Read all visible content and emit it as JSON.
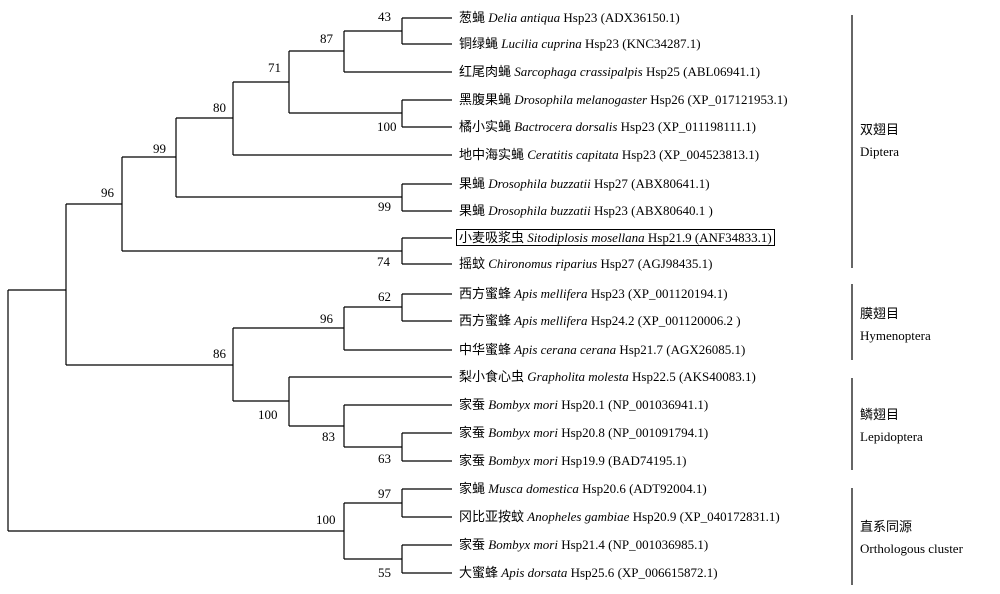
{
  "leaves": [
    {
      "cn": "葱蝇",
      "sp": "Delia antiqua",
      "gene": "Hsp23",
      "acc": "(ADX36150.1)"
    },
    {
      "cn": "铜绿蝇",
      "sp": "Lucilia cuprina",
      "gene": "Hsp23",
      "acc": "(KNC34287.1)"
    },
    {
      "cn": "红尾肉蝇",
      "sp": "Sarcophaga crassipalpis",
      "gene": "Hsp25",
      "acc": "(ABL06941.1)"
    },
    {
      "cn": "黑腹果蝇",
      "sp": "Drosophila melanogaster",
      "gene": "Hsp26",
      "acc": "(XP_017121953.1)"
    },
    {
      "cn": "橘小实蝇",
      "sp": "Bactrocera dorsalis",
      "gene": "Hsp23",
      "acc": "(XP_011198111.1)"
    },
    {
      "cn": "地中海实蝇",
      "sp": "Ceratitis capitata",
      "gene": "Hsp23",
      "acc": "(XP_004523813.1)"
    },
    {
      "cn": "果蝇",
      "sp": "Drosophila buzzatii",
      "gene": "Hsp27",
      "acc": "(ABX80641.1)"
    },
    {
      "cn": "果蝇",
      "sp": "Drosophila buzzatii",
      "gene": "Hsp23",
      "acc": "(ABX80640.1 )"
    },
    {
      "cn": "小麦吸浆虫",
      "sp": "Sitodiplosis mosellana",
      "gene": "Hsp21.9",
      "acc": "(ANF34833.1)",
      "boxed": true
    },
    {
      "cn": "摇蚊",
      "sp": "Chironomus riparius",
      "gene": "Hsp27",
      "acc": "(AGJ98435.1)"
    },
    {
      "cn": "西方蜜蜂",
      "sp": "Apis mellifera",
      "gene": "Hsp23",
      "acc": "(XP_001120194.1)"
    },
    {
      "cn": "西方蜜蜂",
      "sp": "Apis mellifera",
      "gene": "Hsp24.2",
      "acc": "(XP_001120006.2 )"
    },
    {
      "cn": "中华蜜蜂",
      "sp": "Apis cerana cerana",
      "gene": "Hsp21.7",
      "acc": "(AGX26085.1)"
    },
    {
      "cn": "梨小食心虫",
      "sp": "Grapholita molesta",
      "gene": "Hsp22.5",
      "acc": "(AKS40083.1)"
    },
    {
      "cn": "家蚕",
      "sp": "Bombyx mori",
      "gene": "Hsp20.1",
      "acc": "(NP_001036941.1)"
    },
    {
      "cn": "家蚕",
      "sp": "Bombyx mori",
      "gene": "Hsp20.8",
      "acc": "(NP_001091794.1)"
    },
    {
      "cn": "家蚕",
      "sp": "Bombyx mori",
      "gene": "Hsp19.9",
      "acc": "(BAD74195.1)"
    },
    {
      "cn": "家蝇",
      "sp": "Musca domestica",
      "gene": "Hsp20.6",
      "acc": "(ADT92004.1)"
    },
    {
      "cn": "冈比亚按蚊",
      "sp": "Anopheles gambiae",
      "gene": "Hsp20.9",
      "acc": "(XP_040172831.1)"
    },
    {
      "cn": "家蚕",
      "sp": "Bombyx mori",
      "gene": "Hsp21.4",
      "acc": "(NP_001036985.1)"
    },
    {
      "cn": "大蜜蜂",
      "sp": "Apis dorsata",
      "gene": "Hsp25.6",
      "acc": "(XP_006615872.1)"
    }
  ],
  "bootstrap": [
    "43",
    "87",
    "71",
    "80",
    "100",
    "99",
    "99",
    "96",
    "74",
    "62",
    "96",
    "86",
    "100",
    "83",
    "63",
    "97",
    "100",
    "55"
  ],
  "groups": [
    {
      "cn": "双翅目",
      "en": "Diptera"
    },
    {
      "cn": "膜翅目",
      "en": "Hymenoptera"
    },
    {
      "cn": "鳞翅目",
      "en": "Lepidoptera"
    },
    {
      "cn": "直系同源",
      "en": "Orthologous cluster"
    }
  ]
}
